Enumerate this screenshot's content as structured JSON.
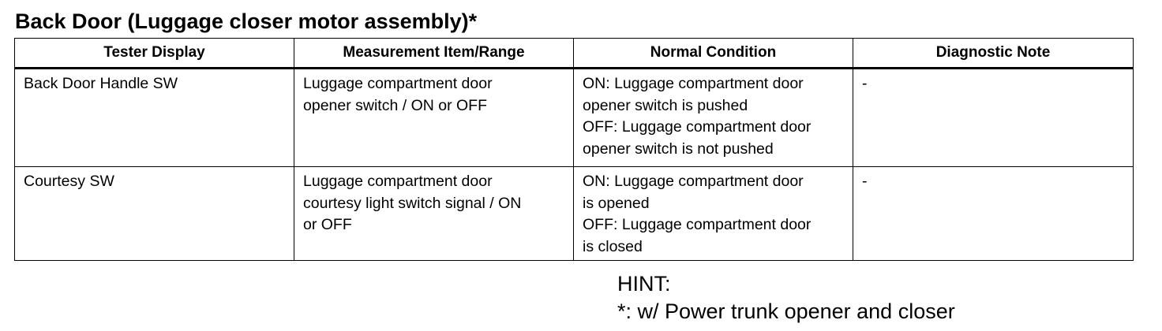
{
  "document": {
    "title": "Back Door (Luggage closer motor assembly)*"
  },
  "table": {
    "headers": [
      "Tester Display",
      "Measurement Item/Range",
      "Normal Condition",
      "Diagnostic Note"
    ],
    "rows": [
      {
        "tester_display": "Back Door Handle SW",
        "measurement_lines": [
          "Luggage compartment door",
          "opener switch / ON or OFF"
        ],
        "normal_lines": [
          "ON: Luggage compartment door",
          "opener switch is pushed",
          "OFF: Luggage compartment door",
          "opener switch is not pushed"
        ],
        "diagnostic_note": "-"
      },
      {
        "tester_display": "Courtesy SW",
        "measurement_lines": [
          "Luggage compartment door",
          "courtesy light switch signal / ON",
          "or OFF"
        ],
        "normal_lines": [
          "ON: Luggage compartment door",
          "is opened",
          "OFF: Luggage compartment door",
          "is closed"
        ],
        "diagnostic_note": "-"
      }
    ]
  },
  "hint": {
    "heading": "HINT:",
    "text": "*: w/ Power trunk opener and closer"
  }
}
